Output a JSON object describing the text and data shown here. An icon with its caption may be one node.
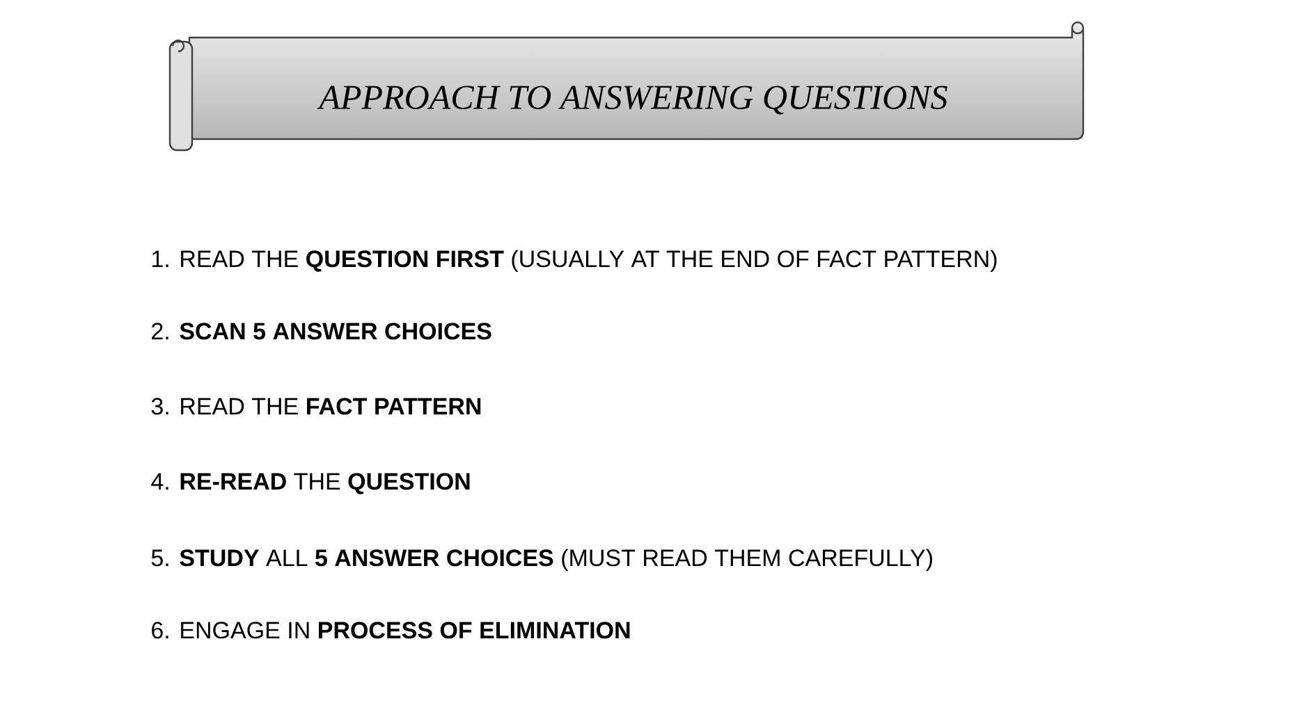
{
  "diagram": {
    "title": "APPROACH TO ANSWERING QUESTIONS",
    "labels": [
      "1. READ THE **QUESTION FIRST** (USUALLY AT THE END OF FACT PATTERN)",
      "2. **SCAN 5 ANSWER CHOICES**",
      "3. READ THE **FACT PATTERN**",
      "4. **RE-READ** THE **QUESTION**",
      "5. **STUDY** ALL **5 ANSWER CHOICES** (MUST READ THEM CAREFULLY)",
      "6. ENGAGE IN **PROCESS OF ELIMINATION**"
    ]
  }
}
